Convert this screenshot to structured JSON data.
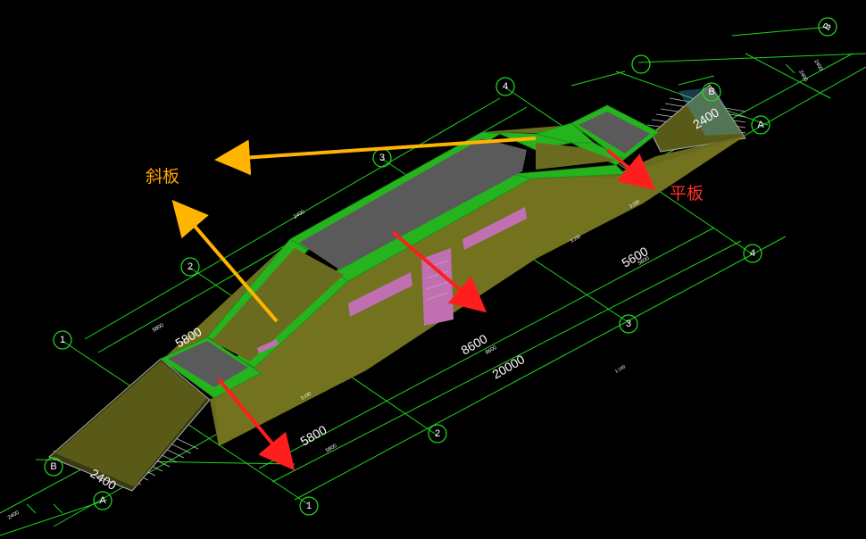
{
  "annotations": {
    "slope_plate": "斜板",
    "flat_plate": "平板"
  },
  "dimensions": {
    "span_left": "5800",
    "span_mid": "8600",
    "span_right": "5600",
    "total": "20000",
    "stair_width_left": "2400",
    "stair_width_right": "2400",
    "span_left_small": "5800",
    "span_left_small_2": "5800",
    "span_mid_small": "8600",
    "span_right_small": "5600",
    "corner_small_left": "2400",
    "corner_small_right": "2400",
    "corner_small_right_2": "2400",
    "right_small": "2400",
    "level_a": "3.230",
    "level_b": "3.230",
    "level_c": "3.230",
    "scale": "1:100"
  },
  "axes": {
    "a1": "1",
    "a2": "2",
    "a3": "3",
    "a4": "4",
    "b1": "1",
    "b2": "2",
    "b3": "3",
    "b4": "4",
    "a": "A",
    "b": "B",
    "a_top": "A",
    "b_top": "B",
    "top_right": "B"
  },
  "colors": {
    "background": "#000000",
    "grid_line": "#1ed41e",
    "axis_circle": "#22dd22",
    "beam_green": "#25b41e",
    "slab_gray": "#5a5a5a",
    "olive": "#6b6b20",
    "magenta": "#c070b0",
    "arrow_orange": "#ffb400",
    "arrow_red": "#ff1e1e",
    "text_orange": "#ffa500",
    "text_red": "#ff3030"
  }
}
